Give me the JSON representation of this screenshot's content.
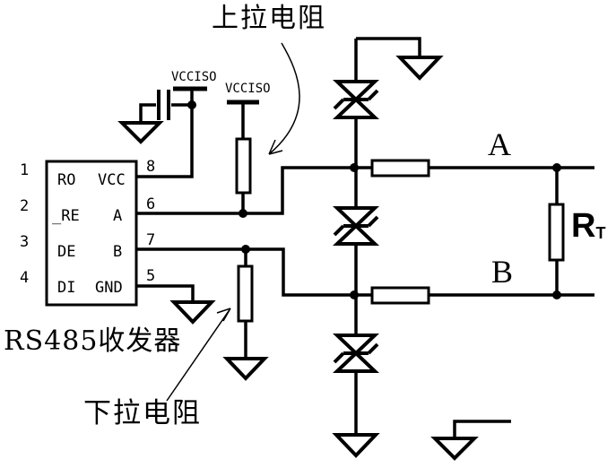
{
  "title": {
    "text": "RS485收发器"
  },
  "annotations": {
    "pullup": "上拉电阻",
    "pulldown": "下拉电阻"
  },
  "power": {
    "rail1": "VCCISO",
    "rail2": "VCCISO"
  },
  "bus": {
    "line_a": "A",
    "line_b": "B"
  },
  "termination": {
    "symbol": "R",
    "subscript": "T"
  },
  "ic": {
    "left_pins": [
      {
        "num": "1",
        "label": "RO"
      },
      {
        "num": "2",
        "label": "_RE"
      },
      {
        "num": "3",
        "label": "DE"
      },
      {
        "num": "4",
        "label": "DI"
      }
    ],
    "right_pins": [
      {
        "num": "8",
        "label": "VCC"
      },
      {
        "num": "6",
        "label": "A"
      },
      {
        "num": "7",
        "label": "B"
      },
      {
        "num": "5",
        "label": "GND"
      }
    ]
  },
  "colors": {
    "ink": "#000000",
    "background": "#ffffff"
  }
}
